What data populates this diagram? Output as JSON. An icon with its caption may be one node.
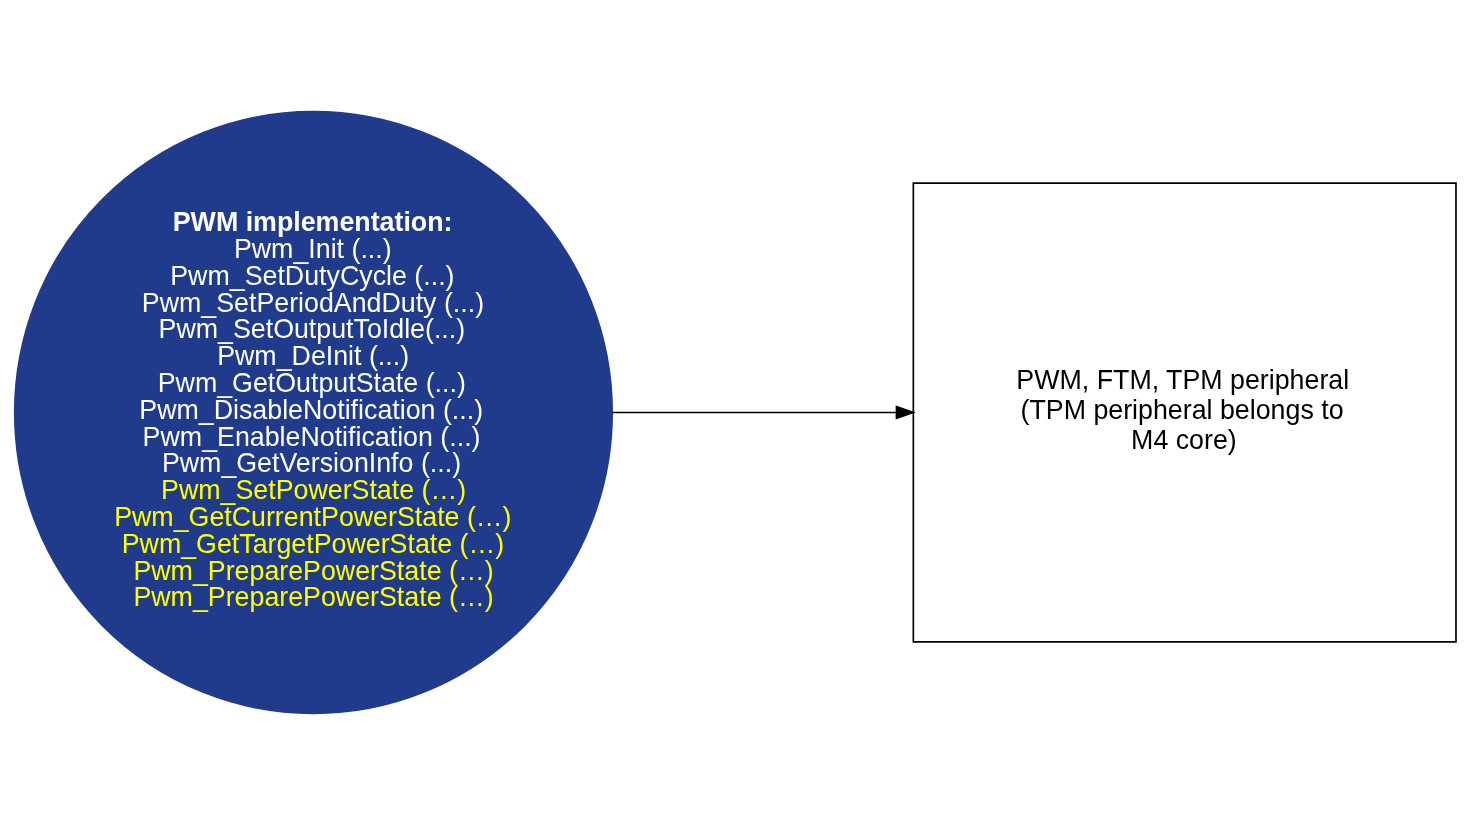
{
  "diagram": {
    "nodes": [
      {
        "text": [
          "PWM implementation:",
          "Pwm_Init (...)",
          "Pwm_SetDutyCycle (...)",
          "Pwm_SetPeriodAndDuty (...)",
          "Pwm_SetOutputToIdle(...)",
          "Pwm_DeInit (...)",
          "Pwm_GetOutputState (...)",
          "Pwm_DisableNotification (...)",
          "Pwm_EnableNotification (...)",
          "Pwm_GetVersionInfo (...)",
          "Pwm_SetPowerState (…)",
          "Pwm_GetCurrentPowerState (…)",
          "Pwm_GetTargetPowerState (…)",
          "Pwm_PreparePowerState (…)",
          "Pwm_PreparePowerState (…)"
        ]
      },
      {
        "text": [
          "PWM, FTM, TPM peripheral (TPM peripheral belongs to M4 core)"
        ]
      }
    ],
    "edges": [
      {
        "from": 0,
        "to": 1,
        "arrow": "to"
      }
    ]
  }
}
